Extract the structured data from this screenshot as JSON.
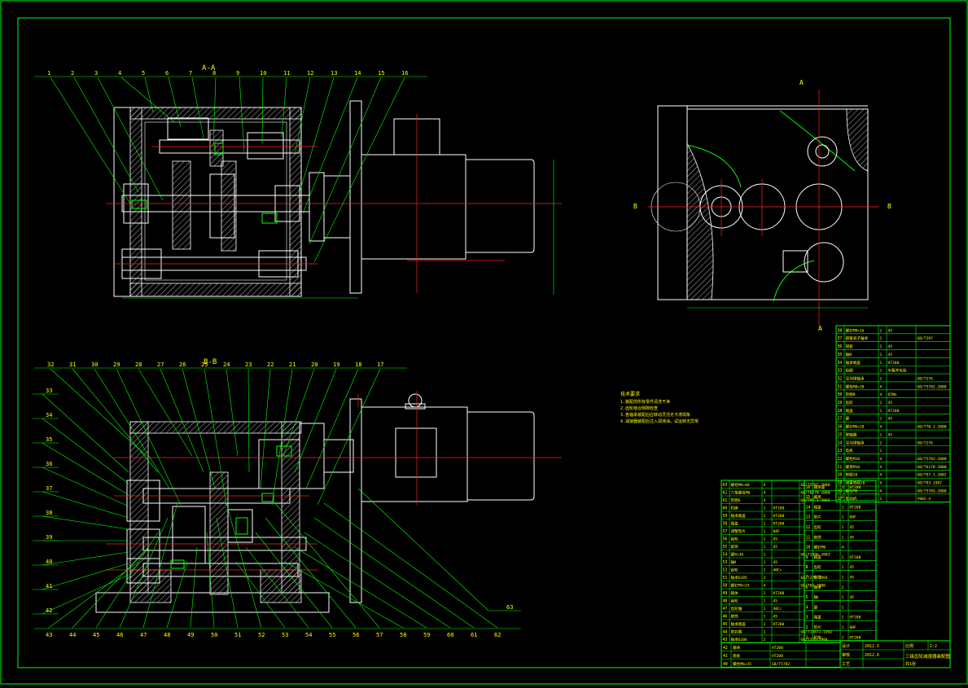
{
  "section_labels": {
    "aa": "A-A",
    "bb": "B-B",
    "a_top": "A",
    "a_bottom": "A",
    "b_left": "B",
    "b_right": "B"
  },
  "balloons_top": [
    "1",
    "2",
    "3",
    "4",
    "5",
    "6",
    "7",
    "8",
    "9",
    "10",
    "11",
    "12",
    "13",
    "14",
    "15",
    "16"
  ],
  "balloons_bottom_top": [
    "32",
    "31",
    "30",
    "29",
    "28",
    "27",
    "26",
    "25",
    "24",
    "23",
    "22",
    "21",
    "20",
    "19",
    "18",
    "17"
  ],
  "balloons_left": [
    "33",
    "34",
    "35",
    "36",
    "37",
    "38",
    "39",
    "40",
    "41",
    "42"
  ],
  "balloons_bottom": [
    "43",
    "44",
    "45",
    "46",
    "47",
    "48",
    "49",
    "50",
    "51",
    "52",
    "53",
    "54",
    "55",
    "56",
    "57",
    "58",
    "59",
    "60",
    "61",
    "62"
  ],
  "balloon_63": "63",
  "tech_notes": {
    "heading": "技术要求",
    "lines": [
      "1.装配前所有零件清洗干净",
      "2.齿轮啮合侧隙检查",
      "3.各轴承装配后应转动灵活无卡滞现象",
      "4.减速器装配后注入润滑油，试运转无异常"
    ]
  },
  "bom_right": [
    {
      "no": "38",
      "name": "螺钉M8×16",
      "qty": "2",
      "mat": "45",
      "std": ""
    },
    {
      "no": "37",
      "name": "圆锥滚子轴承",
      "qty": "2",
      "mat": "",
      "std": "GB/T297"
    },
    {
      "no": "36",
      "name": "隔套",
      "qty": "2",
      "mat": "45",
      "std": ""
    },
    {
      "no": "35",
      "name": "轴Ⅲ",
      "qty": "1",
      "mat": "45",
      "std": ""
    },
    {
      "no": "34",
      "name": "轴承端盖",
      "qty": "1",
      "mat": "HT200",
      "std": ""
    },
    {
      "no": "33",
      "name": "毡圈",
      "qty": "1",
      "mat": "半粗羊毛毡",
      "std": ""
    },
    {
      "no": "32",
      "name": "深沟球轴承",
      "qty": "2",
      "mat": "",
      "std": "GB/T276"
    },
    {
      "no": "31",
      "name": "螺栓M8×30",
      "qty": "4",
      "mat": "",
      "std": "GB/T5782-2000"
    },
    {
      "no": "30",
      "name": "垫圈8",
      "qty": "4",
      "mat": "65Mn",
      "std": ""
    },
    {
      "no": "29",
      "name": "齿轮",
      "qty": "1",
      "mat": "45",
      "std": ""
    },
    {
      "no": "28",
      "name": "端盖",
      "qty": "1",
      "mat": "HT200",
      "std": ""
    },
    {
      "no": "27",
      "name": "键",
      "qty": "1",
      "mat": "45",
      "std": ""
    },
    {
      "no": "26",
      "name": "螺钉M6×20",
      "qty": "4",
      "mat": "",
      "std": "GB/T70.1-2000"
    },
    {
      "no": "25",
      "name": "联轴器",
      "qty": "1",
      "mat": "45",
      "std": ""
    },
    {
      "no": "24",
      "name": "深沟球轴承",
      "qty": "2",
      "mat": "",
      "std": "GB/T276"
    },
    {
      "no": "23",
      "name": "电机",
      "qty": "1",
      "mat": "",
      "std": ""
    },
    {
      "no": "22",
      "name": "螺栓M10",
      "qty": "4",
      "mat": "",
      "std": "GB/T5782-2000"
    },
    {
      "no": "21",
      "name": "螺母M10",
      "qty": "4",
      "mat": "",
      "std": "GB/T6170-2000"
    },
    {
      "no": "20",
      "name": "垫圈10",
      "qty": "4",
      "mat": "",
      "std": "GB/T97.1-2002"
    },
    {
      "no": "19",
      "name": "弹簧垫圈10",
      "qty": "4",
      "mat": "",
      "std": "GB/T93-1987"
    },
    {
      "no": "18",
      "name": "螺栓M8",
      "qty": "4",
      "mat": "",
      "std": "GB/T5783-2000"
    },
    {
      "no": "17",
      "name": "电动机",
      "qty": "1",
      "mat": "",
      "std": "Y802-4"
    }
  ],
  "bom_left": [
    {
      "no": "63",
      "name": "螺栓M6×40",
      "qty": "4",
      "mat": "",
      "std": "GB/T5782-2000"
    },
    {
      "no": "62",
      "name": "六角螺母M6",
      "qty": "4",
      "mat": "",
      "std": "GB/T6170-2000"
    },
    {
      "no": "61",
      "name": "垫圈6",
      "qty": "4",
      "mat": "",
      "std": "GB/T97.1-2002"
    },
    {
      "no": "60",
      "name": "机座",
      "qty": "1",
      "mat": "HT200",
      "std": ""
    },
    {
      "no": "59",
      "name": "轴承端盖",
      "qty": "1",
      "mat": "HT200",
      "std": ""
    },
    {
      "no": "58",
      "name": "端盖",
      "qty": "1",
      "mat": "HT200",
      "std": ""
    },
    {
      "no": "57",
      "name": "调整垫片",
      "qty": "1",
      "mat": "08F",
      "std": ""
    },
    {
      "no": "56",
      "name": "齿轮",
      "qty": "1",
      "mat": "45",
      "std": ""
    },
    {
      "no": "55",
      "name": "套筒",
      "qty": "1",
      "mat": "45",
      "std": ""
    },
    {
      "no": "54",
      "name": "键8×36",
      "qty": "1",
      "mat": "",
      "std": "GB/T1096-2003"
    },
    {
      "no": "53",
      "name": "轴Ⅱ",
      "qty": "1",
      "mat": "45",
      "std": ""
    },
    {
      "no": "52",
      "name": "齿轮",
      "qty": "1",
      "mat": "40Cr",
      "std": ""
    },
    {
      "no": "51",
      "name": "轴承6205",
      "qty": "2",
      "mat": "",
      "std": "GB/T276-1994"
    },
    {
      "no": "50",
      "name": "螺钉M5×25",
      "qty": "4",
      "mat": "",
      "std": "GB/T65-2000"
    },
    {
      "no": "49",
      "name": "箱体",
      "qty": "1",
      "mat": "HT200",
      "std": ""
    },
    {
      "no": "48",
      "name": "齿轮",
      "qty": "1",
      "mat": "45",
      "std": ""
    },
    {
      "no": "47",
      "name": "齿轮轴",
      "qty": "1",
      "mat": "40Cr",
      "std": ""
    },
    {
      "no": "46",
      "name": "套筒",
      "qty": "1",
      "mat": "45",
      "std": ""
    },
    {
      "no": "45",
      "name": "轴承端盖",
      "qty": "1",
      "mat": "HT200",
      "std": ""
    },
    {
      "no": "44",
      "name": "密封圈",
      "qty": "1",
      "mat": "",
      "std": "GB/T13871-1992"
    },
    {
      "no": "43",
      "name": "轴承6206",
      "qty": "2",
      "mat": "",
      "std": "GB/T276-1994"
    }
  ],
  "bom_mid": [
    {
      "no": "16",
      "name": "轴承座",
      "qty": "1",
      "mat": "HT200",
      "std": ""
    },
    {
      "no": "15",
      "name": "螺母",
      "qty": "1",
      "mat": "",
      "std": "GB/T6170-2000"
    },
    {
      "no": "14",
      "name": "端盖",
      "qty": "1",
      "mat": "HT200",
      "std": ""
    },
    {
      "no": "13",
      "name": "垫片",
      "qty": "1",
      "mat": "08F",
      "std": ""
    },
    {
      "no": "12",
      "name": "齿轮",
      "qty": "1",
      "mat": "45",
      "std": ""
    },
    {
      "no": "11",
      "name": "套筒",
      "qty": "1",
      "mat": "45",
      "std": ""
    },
    {
      "no": "10",
      "name": "螺钉M6",
      "qty": "4",
      "mat": "",
      "std": "GB/T65-2000"
    },
    {
      "no": "9",
      "name": "箱盖",
      "qty": "1",
      "mat": "HT200",
      "std": ""
    },
    {
      "no": "8",
      "name": "齿轮",
      "qty": "1",
      "mat": "45",
      "std": ""
    },
    {
      "no": "7",
      "name": "套筒",
      "qty": "1",
      "mat": "45",
      "std": ""
    },
    {
      "no": "6",
      "name": "轴承",
      "qty": "2",
      "mat": "",
      "std": "GB/T276-1994"
    },
    {
      "no": "5",
      "name": "轴Ⅰ",
      "qty": "1",
      "mat": "45",
      "std": ""
    },
    {
      "no": "4",
      "name": "键",
      "qty": "1",
      "mat": "",
      "std": "GB/T1096-2003"
    },
    {
      "no": "3",
      "name": "端盖",
      "qty": "1",
      "mat": "HT200",
      "std": ""
    },
    {
      "no": "2",
      "name": "垫片",
      "qty": "1",
      "mat": "08F",
      "std": ""
    },
    {
      "no": "1",
      "name": "机架",
      "qty": "1",
      "mat": "HT200",
      "std": ""
    }
  ],
  "title_block": {
    "name": "三级齿轮减速器装配图",
    "scale_label": "比例",
    "scale": "1:2",
    "sheet": "共1张",
    "designer": "设计",
    "checker": "审核",
    "school": "工艺",
    "date1": "2012.5",
    "date2": "2012.6"
  },
  "bottom_rows": [
    {
      "no": "42",
      "name": "箱体",
      "mat": "HT200"
    },
    {
      "no": "41",
      "name": "底板",
      "mat": "HT200"
    },
    {
      "no": "40",
      "name": "螺栓M6×35",
      "mat": "GB/T5782"
    }
  ]
}
